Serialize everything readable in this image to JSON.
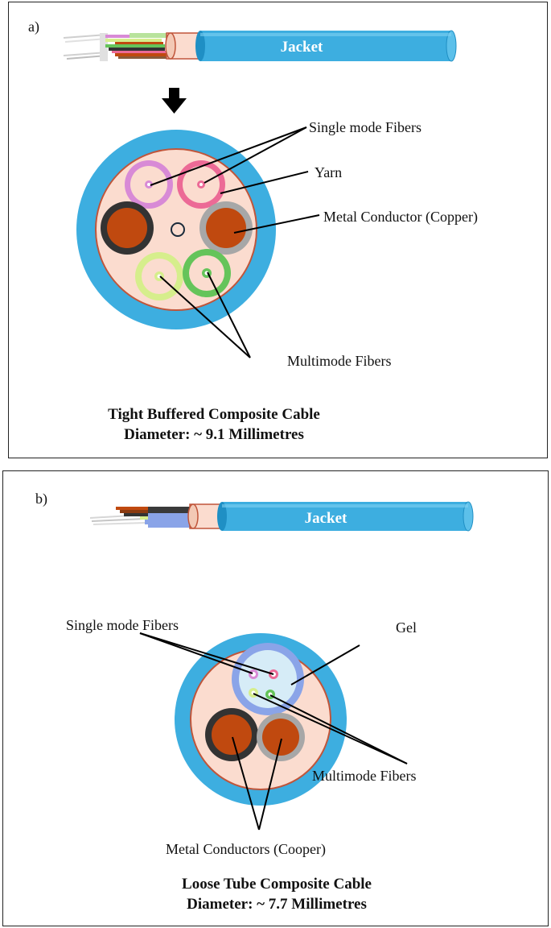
{
  "panel_a": {
    "letter": "a)",
    "jacket_label": "Jacket",
    "labels": {
      "single_mode": "Single mode Fibers",
      "yarn": "Yarn",
      "metal_conductor": "Metal Conductor (Copper)",
      "multimode": "Multimode Fibers"
    },
    "caption_title": "Tight Buffered Composite Cable",
    "caption_diameter": "Diameter: ~ 9.1 Millimetres"
  },
  "panel_b": {
    "letter": "b)",
    "jacket_label": "Jacket",
    "labels": {
      "single_mode": "Single mode Fibers",
      "gel": "Gel",
      "multimode": "Multimode Fibers",
      "metal_conductors": "Metal Conductors (Cooper)"
    },
    "caption_title": "Loose Tube Composite Cable",
    "caption_diameter": "Diameter: ~ 7.7 Millimetres"
  },
  "colors": {
    "jacket_blue": "#3daee0",
    "jacket_dark": "#1f8fc4",
    "inner_fill": "#fbdccf",
    "inner_border": "#c0553a",
    "copper": "#c0490f",
    "copper_dark_ring": "#333333",
    "copper_grey_ring": "#a7a7a7",
    "single_mode_pink": "#ec6a96",
    "single_mode_violet": "#d88ad6",
    "multimode_lime": "#d6ee8c",
    "multimode_green": "#65c45a",
    "gel_tube": "#8aa4e8",
    "gel_fill": "#d6ecf7"
  }
}
